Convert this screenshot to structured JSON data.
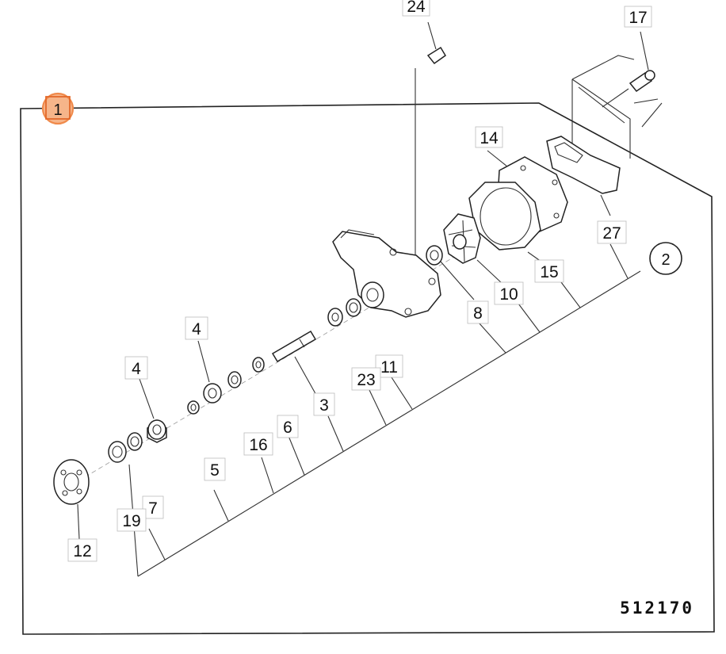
{
  "callouts": {
    "assembly": "1",
    "group": "2"
  },
  "drawing_number": "512170",
  "parts": [
    {
      "id": "24",
      "label": "24"
    },
    {
      "id": "17",
      "label": "17"
    },
    {
      "id": "14",
      "label": "14"
    },
    {
      "id": "27",
      "label": "27"
    },
    {
      "id": "15",
      "label": "15"
    },
    {
      "id": "10",
      "label": "10"
    },
    {
      "id": "8",
      "label": "8"
    },
    {
      "id": "11",
      "label": "11"
    },
    {
      "id": "23",
      "label": "23"
    },
    {
      "id": "3",
      "label": "3"
    },
    {
      "id": "6",
      "label": "6"
    },
    {
      "id": "16",
      "label": "16"
    },
    {
      "id": "4a",
      "label": "4"
    },
    {
      "id": "4b",
      "label": "4"
    },
    {
      "id": "5",
      "label": "5"
    },
    {
      "id": "7",
      "label": "7"
    },
    {
      "id": "19",
      "label": "19"
    },
    {
      "id": "12",
      "label": "12"
    }
  ],
  "colors": {
    "accent": "#f08a4b",
    "accent_fill": "#f6b58a",
    "line": "#222222"
  }
}
